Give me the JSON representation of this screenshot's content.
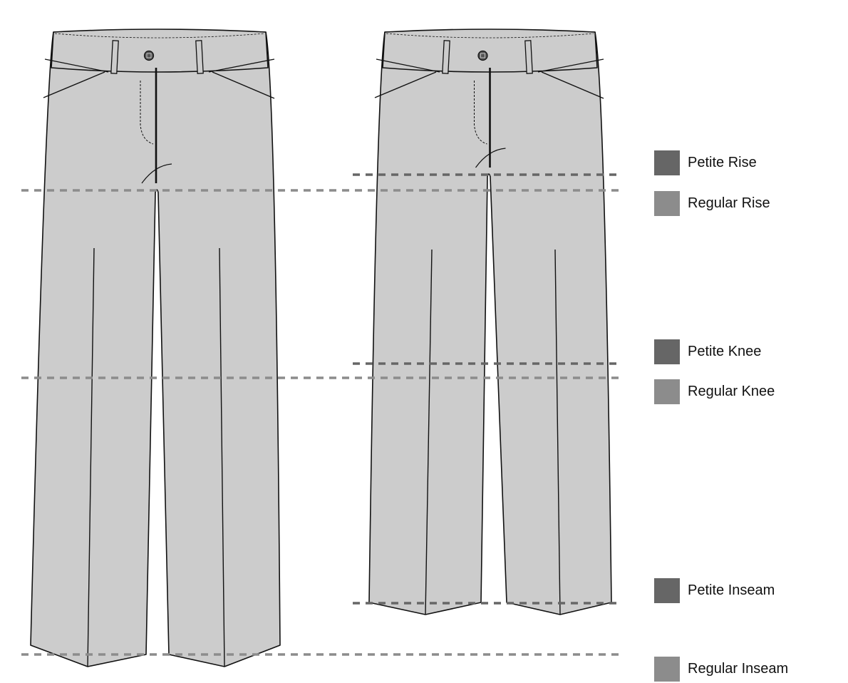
{
  "colors": {
    "petite": "#666666",
    "regular": "#8c8c8c",
    "fabric": "#cccccc",
    "outline": "#111111"
  },
  "figures": [
    {
      "name": "regular-pants",
      "size": "Regular"
    },
    {
      "name": "petite-pants",
      "size": "Petite"
    }
  ],
  "legend": [
    {
      "id": "petite-rise",
      "label": "Petite Rise",
      "type": "petite"
    },
    {
      "id": "regular-rise",
      "label": "Regular Rise",
      "type": "regular"
    },
    {
      "id": "petite-knee",
      "label": "Petite Knee",
      "type": "petite"
    },
    {
      "id": "regular-knee",
      "label": "Regular Knee",
      "type": "regular"
    },
    {
      "id": "petite-inseam",
      "label": "Petite Inseam",
      "type": "petite"
    },
    {
      "id": "regular-inseam",
      "label": "Regular Inseam",
      "type": "regular"
    }
  ]
}
